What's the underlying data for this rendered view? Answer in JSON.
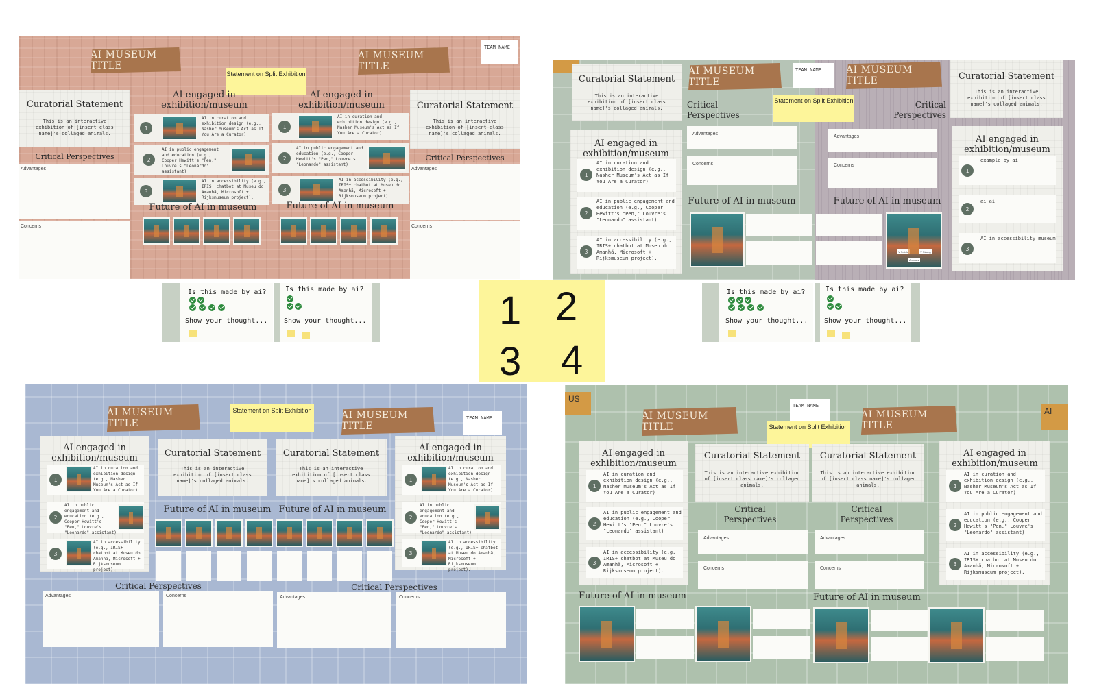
{
  "common": {
    "museum_title": "AI MUSEUM TITLE",
    "team_name": "TEAM NAME",
    "split_statement": "Statement on Split Exhibition",
    "curatorial_heading": "Curatorial Statement",
    "curatorial_text": "This is an interactive exhibition of [insert class name]'s collaged animals.",
    "critical_heading": "Critical Perspectives",
    "critical_heading_split": "Critical\nPerspectives",
    "advantages": "Advantages",
    "concerns": "Concerns",
    "ai_engaged_heading": "AI engaged in exhibition/museum",
    "future_heading": "Future of AI in museum",
    "item1": "AI in curation and exhibition design (e.g., Nasher Museum's Act as If You Are a Curator)",
    "item2": "AI in public engagement and education (e.g., Cooper Hewitt's \"Pen,\" Louvre's \"Leonardo\" assistant)",
    "item3": "AI in accessibility (e.g., IRIS+ chatbot at Museu do Amanhã, Microsoft + Rijksmuseum project).",
    "question": "Is this made by ai?",
    "show_thought": "Show your thought...",
    "numbers": [
      "1",
      "2",
      "3"
    ]
  },
  "board2_right": {
    "item1": "example by ai",
    "item2": "ai ai",
    "item3": "AI in accessibility museum"
  },
  "corners": {
    "us": "US",
    "ai": "AI"
  },
  "center_labels": [
    "1",
    "2",
    "3",
    "4"
  ],
  "thumb_buttons": [
    "V Subtle",
    "V Strong",
    "Animals"
  ],
  "colors": {
    "tape": "#a8754d",
    "sticky": "#fdf59a",
    "check": "#2e8b3e"
  }
}
